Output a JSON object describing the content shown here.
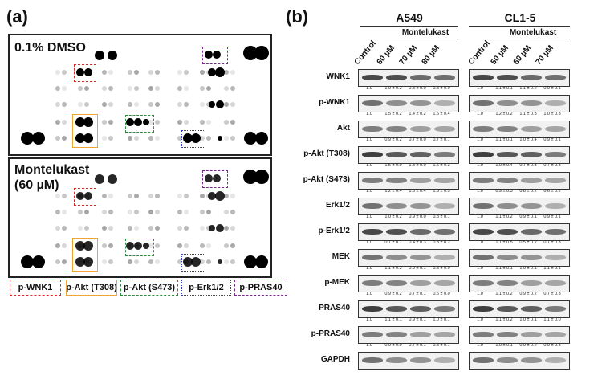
{
  "panels": {
    "a": "(a)",
    "b": "(b)"
  },
  "arrays": [
    {
      "title": "0.1% DMSO"
    },
    {
      "title": "Montelukast\n(60 µM)"
    }
  ],
  "legend": [
    {
      "label": "p-WNK1",
      "color": "#d9262b",
      "style": "dashed"
    },
    {
      "label": "p-Akt (T308)",
      "color": "#f0a531",
      "style": "solid"
    },
    {
      "label": "p-Akt (S473)",
      "color": "#2e8b3c",
      "style": "dashed"
    },
    {
      "label": "p-Erk1/2",
      "color": "#2a3fb5",
      "style": "dotted"
    },
    {
      "label": "p-PRAS40",
      "color": "#7a2a8c",
      "style": "dashed"
    }
  ],
  "western": {
    "cell_lines": [
      {
        "name": "A549",
        "treatment": "Montelukast",
        "columns": [
          "Control",
          "60 µM",
          "70 µM",
          "80 µM"
        ]
      },
      {
        "name": "CL1-5",
        "treatment": "Montelukast",
        "columns": [
          "Control",
          "50 µM",
          "60 µM",
          "70 µM"
        ]
      }
    ],
    "rows": [
      {
        "label": "WNK1",
        "a549": [
          "1.0",
          "1.0 ± 0.2",
          "0.8 ± 0.0",
          "0.8 ± 0.0"
        ],
        "cl15": [
          "1.0",
          "1.1 ± 0.1",
          "1.1 ± 0.2",
          "0.9 ± 0.1"
        ]
      },
      {
        "label": "p-WNK1",
        "a549": [
          "1.0",
          "1.5 ± 0.2",
          "1.4 ± 0.2",
          "1.5 ± 0.4"
        ],
        "cl15": [
          "1.0",
          "1.2 ± 0.2",
          "1.1 ± 0.3",
          "1.0 ± 0.3"
        ]
      },
      {
        "label": "Akt",
        "a549": [
          "1.0",
          "0.9 ± 0.2",
          "0.7 ± 0.0",
          "0.7 ± 0.1"
        ],
        "cl15": [
          "1.0",
          "1.1 ± 0.1",
          "1.0 ± 0.4",
          "0.9 ± 0.1"
        ]
      },
      {
        "label": "p-Akt (T308)",
        "a549": [
          "1.0",
          "1.5 ± 0.0",
          "1.3 ± 0.0",
          "1.5 ± 0.3"
        ],
        "cl15": [
          "1.0",
          "1.0 ± 0.4",
          "0.7 ± 0.3",
          "0.7 ± 0.3"
        ]
      },
      {
        "label": "p-Akt (S473)",
        "a549": [
          "1.0",
          "1.2 ± 0.4",
          "1.3 ± 0.4",
          "1.3 ± 0.5"
        ],
        "cl15": [
          "1.0",
          "0.9 ± 0.3",
          "0.8 ± 0.2",
          "0.6 ± 0.2"
        ]
      },
      {
        "label": "Erk1/2",
        "a549": [
          "1.0",
          "1.0 ± 0.2",
          "0.9 ± 0.0",
          "0.8 ± 0.1"
        ],
        "cl15": [
          "1.0",
          "1.1 ± 0.2",
          "0.9 ± 0.1",
          "0.9 ± 0.1"
        ]
      },
      {
        "label": "p-Erk1/2",
        "a549": [
          "1.0",
          "0.7 ± 0.7",
          "0.4 ± 0.3",
          "0.3 ± 0.2"
        ],
        "cl15": [
          "1.0",
          "1.1 ± 0.5",
          "0.5 ± 0.2",
          "0.7 ± 0.3"
        ]
      },
      {
        "label": "MEK",
        "a549": [
          "1.0",
          "1.1 ± 0.2",
          "0.9 ± 0.1",
          "0.8 ± 0.0"
        ],
        "cl15": [
          "1.0",
          "1.1 ± 0.1",
          "1.0 ± 0.1",
          "1.1 ± 0.1"
        ]
      },
      {
        "label": "p-MEK",
        "a549": [
          "1.0",
          "0.9 ± 0.2",
          "0.7 ± 0.1",
          "0.6 ± 0.0"
        ],
        "cl15": [
          "1.0",
          "1.1 ± 0.2",
          "0.9 ± 0.2",
          "0.7 ± 0.3"
        ]
      },
      {
        "label": "PRAS40",
        "a549": [
          "1.0",
          "1.1 ± 0.1",
          "0.9 ± 0.1",
          "1.0 ± 0.1"
        ],
        "cl15": [
          "1.0",
          "1.1 ± 0.2",
          "1.0 ± 0.1",
          "1.1 ± 0.0"
        ]
      },
      {
        "label": "p-PRAS40",
        "a549": [
          "1.0",
          "0.9 ± 0.0",
          "0.7 ± 0.1",
          "0.8 ± 0.1"
        ],
        "cl15": [
          "1.0",
          "1.0 ± 0.1",
          "0.9 ± 0.2",
          "0.9 ± 0.3"
        ]
      },
      {
        "label": "GAPDH",
        "a549": [],
        "cl15": []
      }
    ]
  }
}
